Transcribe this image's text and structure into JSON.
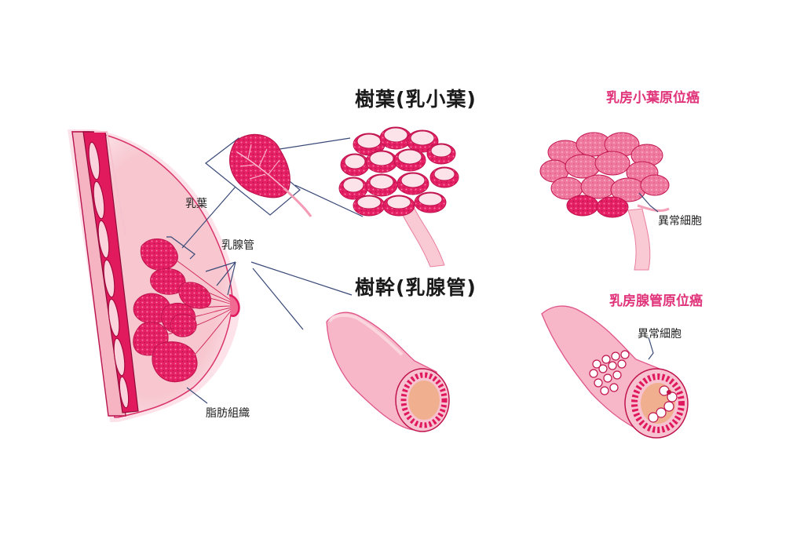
{
  "labels": {
    "lobe": "乳葉",
    "duct": "乳腺管",
    "fat": "脂肪組織",
    "lobule_title": "樹葉(乳小葉)",
    "duct_title": "樹幹(乳腺管)",
    "lcis_title": "乳房小葉原位癌",
    "dcis_title": "乳房腺管原位癌",
    "abnormal_cells_1": "異常細胞",
    "abnormal_cells_2": "異常細胞"
  },
  "colors": {
    "accent_pink": "#e0337a",
    "tissue_pink": "#f7c6cf",
    "deep_pink": "#e0185e",
    "light_pink": "#f5a9bf",
    "lumen": "#f0b08f",
    "line": "#3a4a78"
  }
}
